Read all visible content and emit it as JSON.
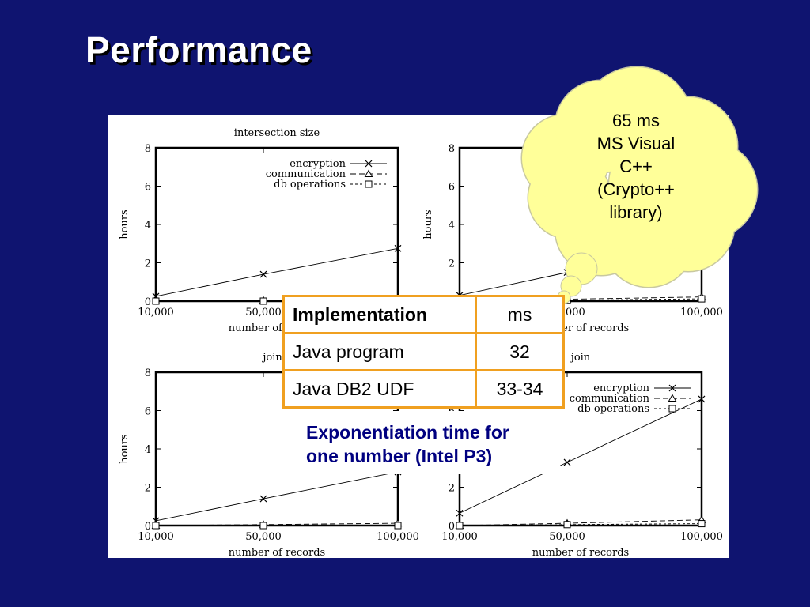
{
  "slide": {
    "title": "Performance"
  },
  "table": {
    "header": [
      "Implementation",
      "ms"
    ],
    "rows": [
      [
        "Java program",
        "32"
      ],
      [
        "Java DB2 UDF",
        "33-34"
      ]
    ],
    "caption": [
      "Exponentiation time for",
      "one number  (Intel P3)"
    ],
    "border_color": "#f0a020"
  },
  "callout": {
    "lines": [
      "65 ms",
      "MS Visual",
      "C++",
      "(Crypto++",
      "library)"
    ],
    "fill": "#ffff99"
  },
  "colors": {
    "background": "#0f1470",
    "caption_text": "#000080"
  },
  "chart_data": [
    {
      "type": "line",
      "title": "intersection size",
      "xlabel": "number of records",
      "ylabel": "hours",
      "x": [
        10000,
        50000,
        100000
      ],
      "xticks": [
        "10,000",
        "50,000",
        "100,000"
      ],
      "ylim": [
        0,
        8
      ],
      "yticks": [
        "0",
        "2",
        "4",
        "6",
        "8"
      ],
      "legend": "top-right",
      "series": [
        {
          "name": "encryption",
          "values": [
            0.25,
            1.4,
            2.75
          ]
        },
        {
          "name": "communication",
          "values": [
            0.0,
            0.03,
            0.06
          ]
        },
        {
          "name": "db operations",
          "values": [
            0.0,
            0.0,
            0.0
          ]
        }
      ]
    },
    {
      "type": "line",
      "title": "",
      "xlabel": "number of records",
      "ylabel": "hours",
      "x": [
        10000,
        50000,
        100000
      ],
      "xticks": [
        "10,000",
        "50,000",
        "100,000"
      ],
      "ylim": [
        0,
        8
      ],
      "yticks": [
        "0",
        "2",
        "4",
        "6",
        "8"
      ],
      "series": [
        {
          "name": "encryption",
          "values": [
            0.3,
            1.5,
            2.9
          ]
        },
        {
          "name": "communication",
          "values": [
            0.0,
            0.1,
            0.22
          ]
        },
        {
          "name": "db operations",
          "values": [
            0.0,
            0.05,
            0.12
          ]
        }
      ]
    },
    {
      "type": "line",
      "title": "join s",
      "xlabel": "number of records",
      "ylabel": "hours",
      "x": [
        10000,
        50000,
        100000
      ],
      "xticks": [
        "10,000",
        "50,000",
        "100,000"
      ],
      "ylim": [
        0,
        8
      ],
      "yticks": [
        "0",
        "2",
        "4",
        "6",
        "8"
      ],
      "series": [
        {
          "name": "encryption",
          "values": [
            0.25,
            1.4,
            2.8
          ]
        },
        {
          "name": "communication",
          "values": [
            0.0,
            0.05,
            0.12
          ]
        },
        {
          "name": "db operations",
          "values": [
            0.0,
            0.0,
            0.0
          ]
        }
      ]
    },
    {
      "type": "line",
      "title": "join",
      "xlabel": "number of records",
      "ylabel": "hours",
      "x": [
        10000,
        50000,
        100000
      ],
      "xticks": [
        "10,000",
        "50,000",
        "100,000"
      ],
      "ylim": [
        0,
        8
      ],
      "yticks": [
        "0",
        "2",
        "4",
        "6",
        "8"
      ],
      "legend": "top-right",
      "series": [
        {
          "name": "encryption",
          "values": [
            0.65,
            3.3,
            6.6
          ]
        },
        {
          "name": "communication",
          "values": [
            0.0,
            0.12,
            0.3
          ]
        },
        {
          "name": "db operations",
          "values": [
            0.0,
            0.05,
            0.1
          ]
        }
      ]
    }
  ]
}
